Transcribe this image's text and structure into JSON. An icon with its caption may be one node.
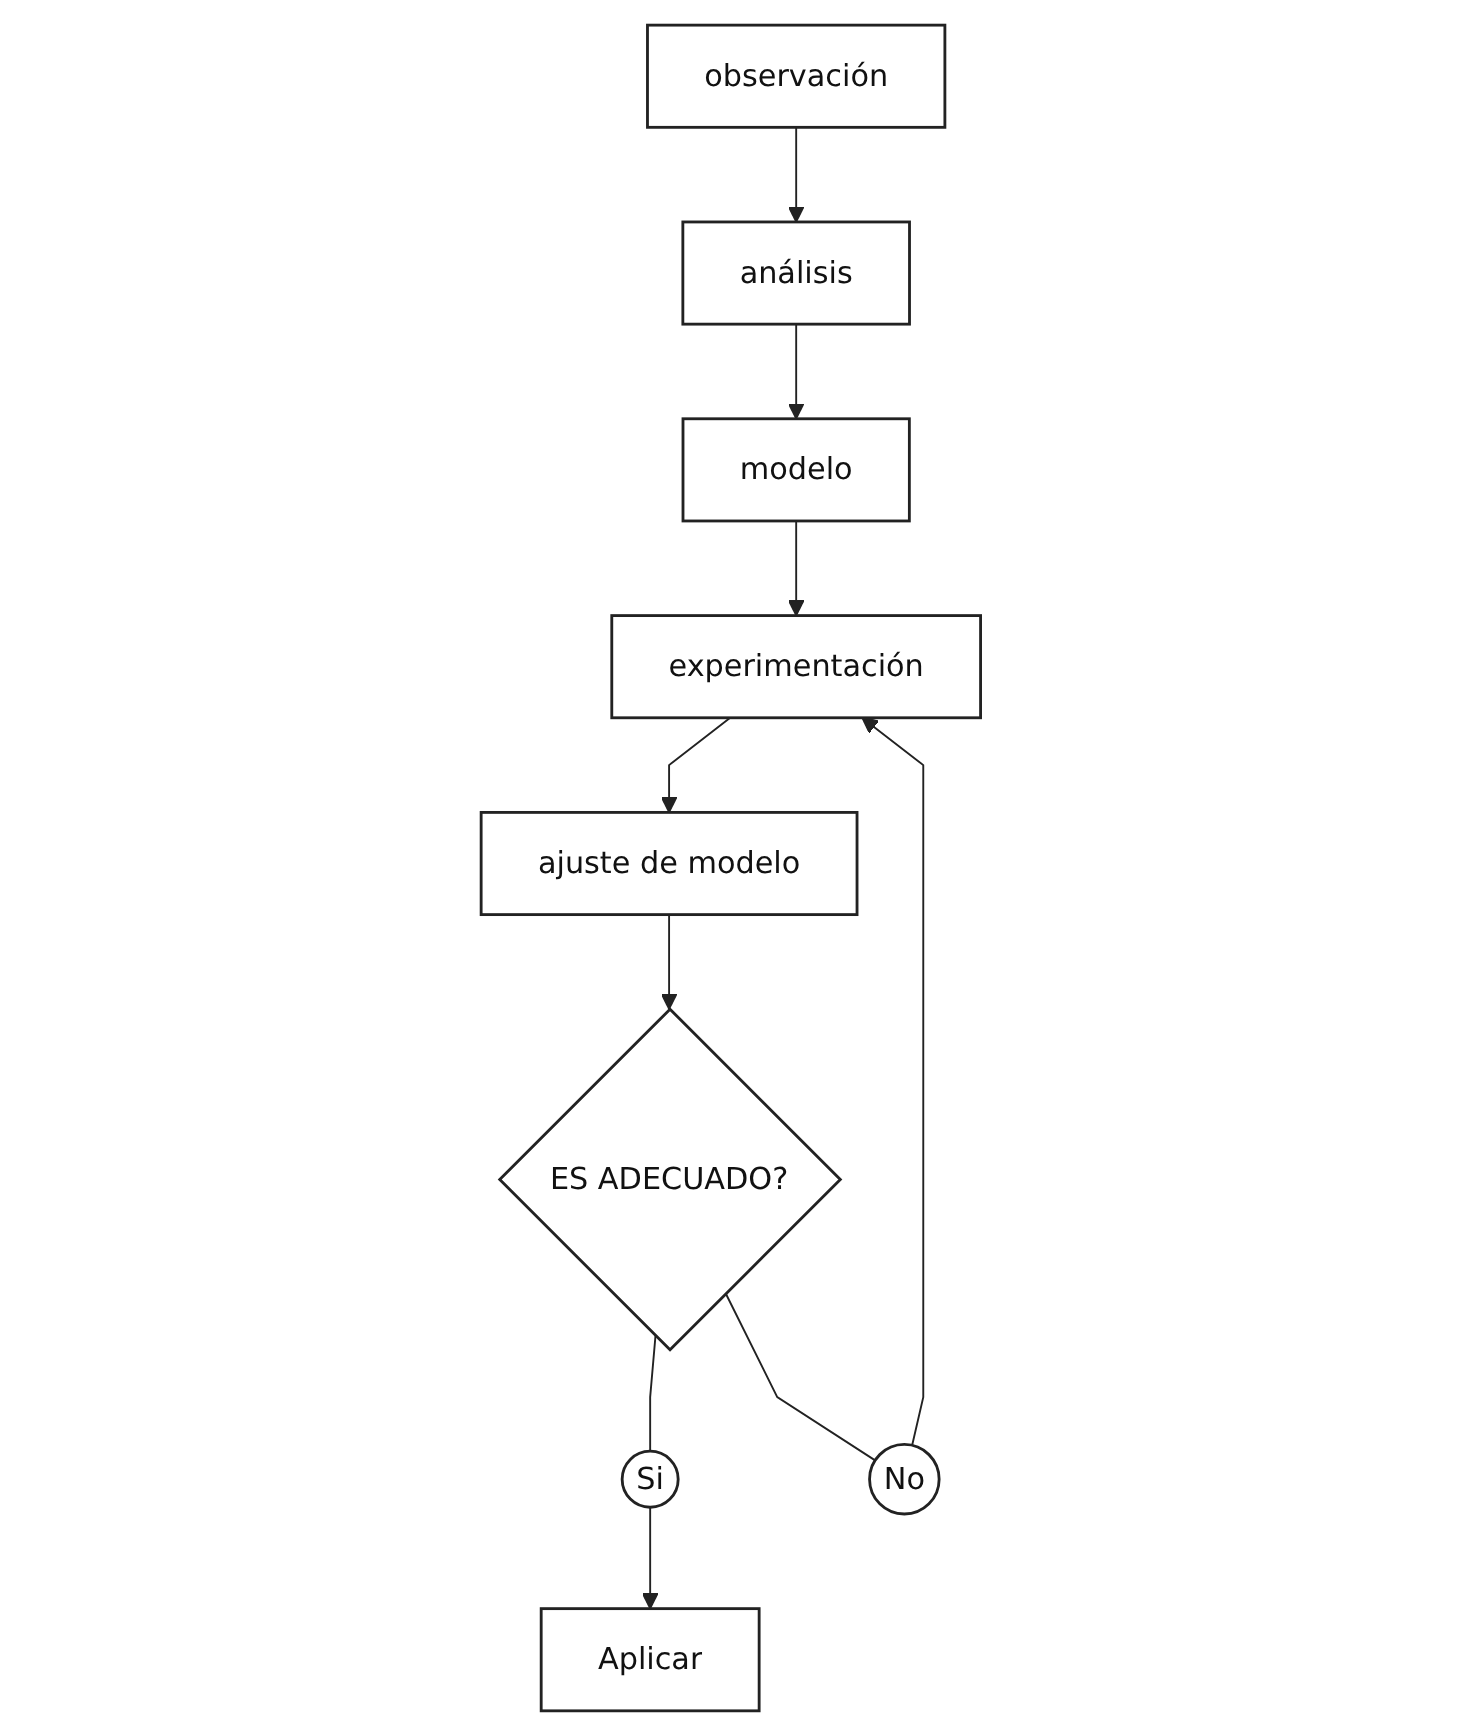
{
  "diagram": {
    "nodes": [
      {
        "text": [
          "observación"
        ]
      },
      {
        "text": [
          "análisis"
        ]
      },
      {
        "text": [
          "modelo"
        ]
      },
      {
        "text": [
          "experimentación"
        ]
      },
      {
        "text": [
          "ajuste de modelo"
        ]
      },
      {
        "text": [
          "ES ADECUADO?"
        ]
      },
      {
        "text": [
          "Si"
        ]
      },
      {
        "text": [
          "No"
        ]
      },
      {
        "text": [
          "Aplicar"
        ]
      }
    ],
    "edges": [
      {
        "from": 0,
        "to": 1,
        "arrow": "to"
      },
      {
        "from": 1,
        "to": 2,
        "arrow": "to"
      },
      {
        "from": 2,
        "to": 3,
        "arrow": "to"
      },
      {
        "from": 3,
        "to": 4,
        "arrow": "to"
      },
      {
        "from": 4,
        "to": 5,
        "arrow": "to"
      },
      {
        "from": 5,
        "to": 6,
        "arrow": "none"
      },
      {
        "from": 6,
        "to": 8,
        "arrow": "to"
      },
      {
        "from": 5,
        "to": 7,
        "arrow": "none"
      },
      {
        "from": 7,
        "to": 3,
        "arrow": "to"
      }
    ]
  }
}
